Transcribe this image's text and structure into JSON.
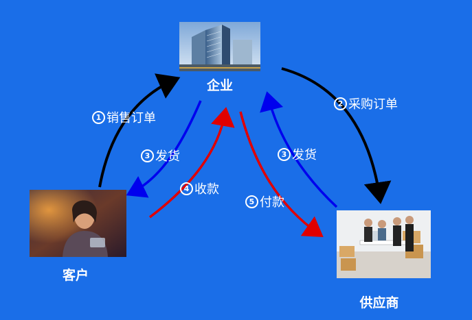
{
  "nodes": {
    "enterprise": {
      "label": "企业"
    },
    "customer": {
      "label": "客户"
    },
    "supplier": {
      "label": "供应商"
    }
  },
  "edges": {
    "sales_order": {
      "num": "1",
      "text": "销售订单",
      "color": "#000000"
    },
    "purchase_order": {
      "num": "2",
      "text": "采购订单",
      "color": "#000000"
    },
    "ship_to_customer": {
      "num": "3",
      "text": "发货",
      "color": "#0000ee"
    },
    "ship_from_supplier": {
      "num": "3",
      "text": "发货",
      "color": "#0000ee"
    },
    "receive_payment": {
      "num": "4",
      "text": "收款",
      "color": "#e00000"
    },
    "make_payment": {
      "num": "5",
      "text": "付款",
      "color": "#e00000"
    }
  },
  "colors": {
    "background": "#1a6ee8"
  }
}
